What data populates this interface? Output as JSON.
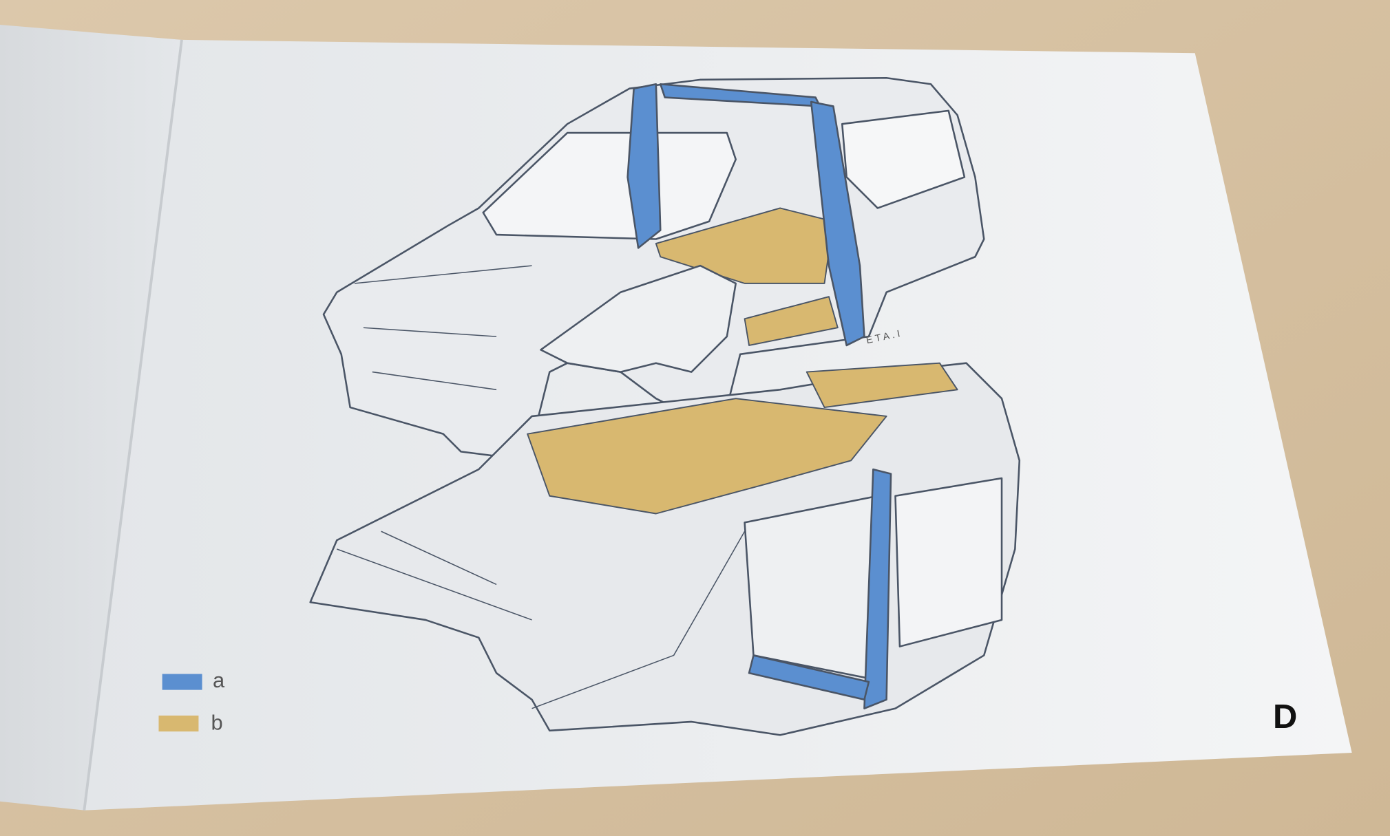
{
  "legend": {
    "items": [
      {
        "label": "a",
        "color": "#5b8fd0"
      },
      {
        "label": "b",
        "color": "#d8b870"
      }
    ]
  },
  "diagram": {
    "signature": "ETA.I",
    "page_letter": "D"
  },
  "colors": {
    "table": "#d6c1a2",
    "paper": "#eceff1",
    "reinforcement_blue": "#5b8fd0",
    "floor_tan": "#d8b870"
  }
}
